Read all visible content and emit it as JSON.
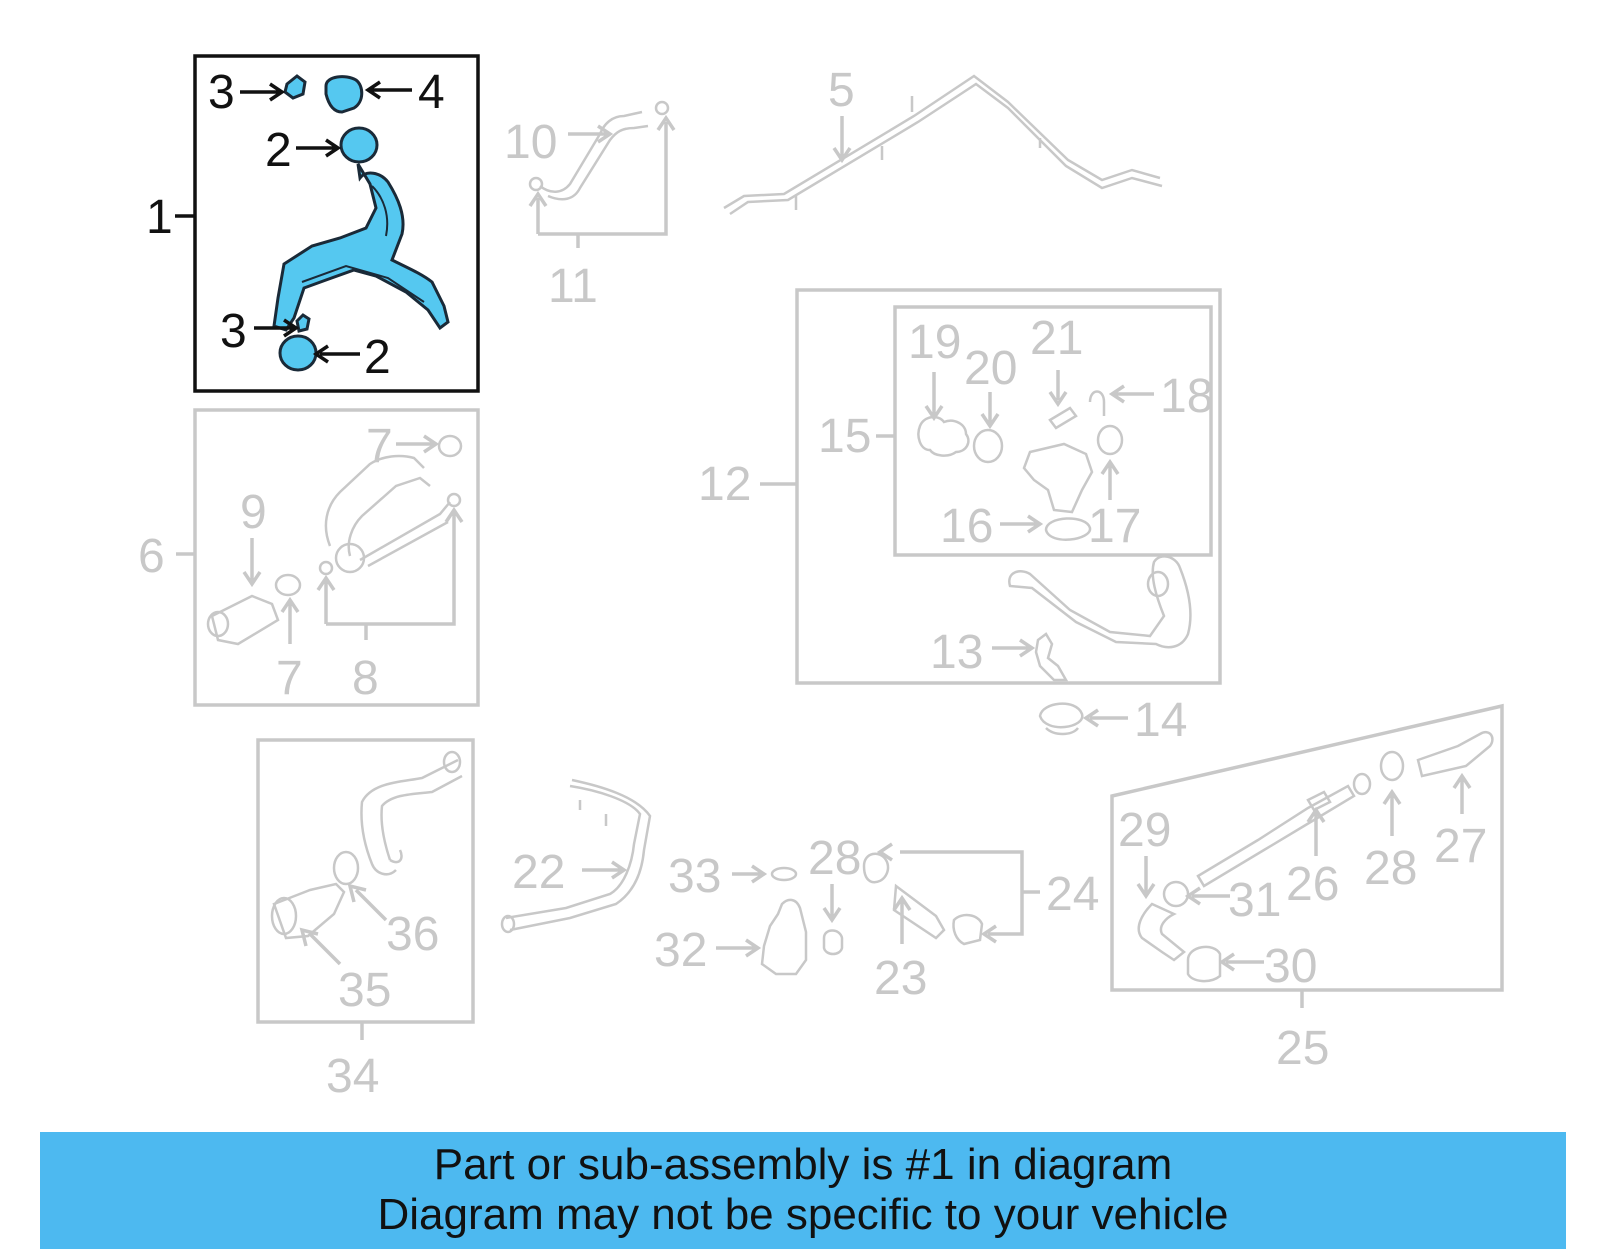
{
  "colors": {
    "highlight": "#55c8f0",
    "banner": "#4db9f0",
    "inactive": "#c8c8c8",
    "active_outline": "#111111"
  },
  "highlighted_part": "1",
  "callouts": {
    "c1": "1",
    "c2a": "2",
    "c2b": "2",
    "c3a": "3",
    "c3b": "3",
    "c4": "4",
    "c5": "5",
    "c6": "6",
    "c7a": "7",
    "c7b": "7",
    "c8": "8",
    "c9": "9",
    "c10": "10",
    "c11": "11",
    "c12": "12",
    "c13": "13",
    "c14": "14",
    "c15": "15",
    "c16": "16",
    "c17": "17",
    "c18": "18",
    "c19": "19",
    "c20": "20",
    "c21": "21",
    "c22": "22",
    "c23": "23",
    "c24": "24",
    "c25": "25",
    "c26": "26",
    "c27": "27",
    "c28a": "28",
    "c28b": "28",
    "c29": "29",
    "c30": "30",
    "c31": "31",
    "c32": "32",
    "c33": "33",
    "c34": "34",
    "c35": "35",
    "c36": "36"
  },
  "banner": {
    "line1": "Part or sub-assembly is #1 in diagram",
    "line2": "Diagram may not be specific to your vehicle"
  }
}
